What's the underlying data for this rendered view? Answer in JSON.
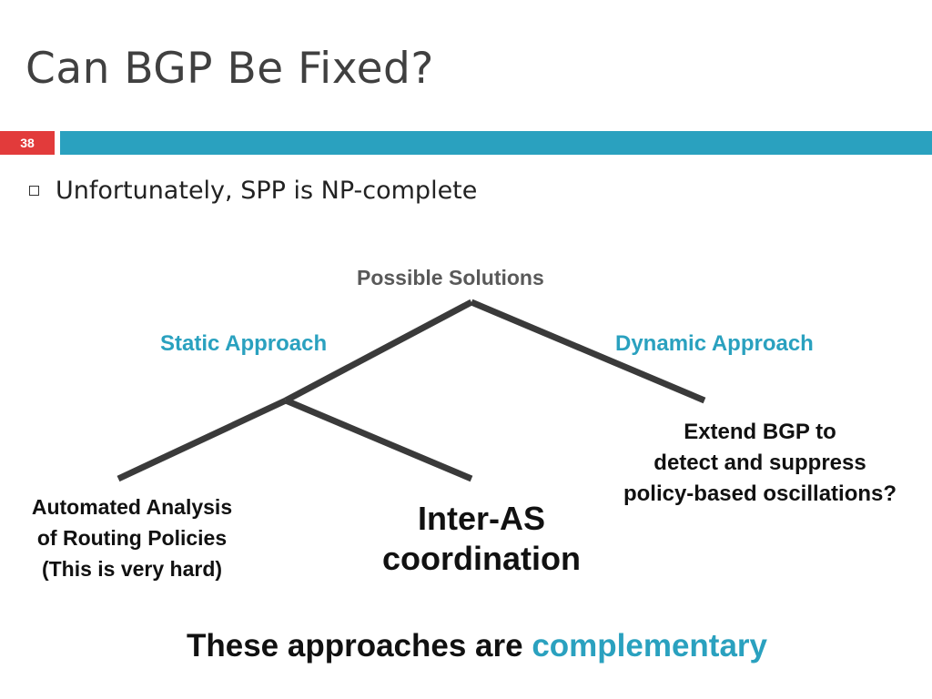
{
  "slide": {
    "title": "Can BGP Be Fixed?",
    "number": "38",
    "bullet": "Unfortunately, SPP is NP-complete"
  },
  "diagram": {
    "root": "Possible Solutions",
    "branches": {
      "static": "Static Approach",
      "dynamic": "Dynamic Approach"
    },
    "leaves": {
      "automated_analysis": [
        "Automated Analysis",
        "of Routing Policies",
        "(This is very hard)"
      ],
      "inter_as": [
        "Inter-AS",
        "coordination"
      ],
      "extend_bgp": [
        "Extend BGP to",
        "detect and suppress",
        "policy-based oscillations?"
      ]
    }
  },
  "footer": {
    "prefix": "These approaches are ",
    "accent": "complementary"
  },
  "colors": {
    "accent": "#2aa1bf",
    "slide_number_bg": "#e23b3b",
    "tree_line": "#3a3a3a"
  }
}
